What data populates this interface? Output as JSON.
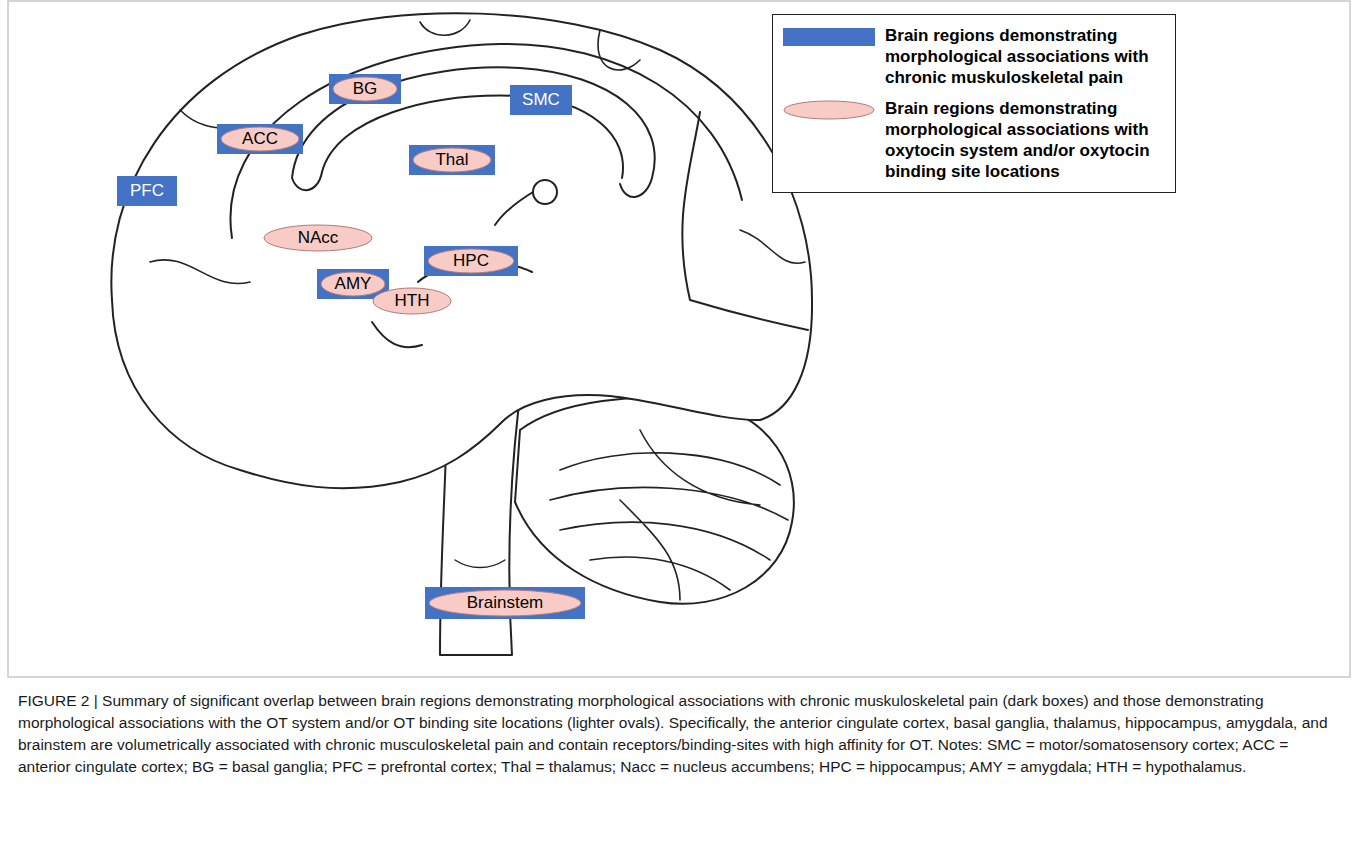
{
  "diagram": {
    "caption": "FIGURE 2 | Summary of significant overlap between brain regions demonstrating morphological associations with chronic muskuloskeletal pain (dark boxes) and those demonstrating morphological associations with the OT system and/or OT binding site locations (lighter ovals). Specifically, the anterior cingulate cortex, basal ganglia, thalamus, hippocampus, amygdala, and brainstem are volumetrically associated with chronic musculoskeletal pain and contain receptors/binding-sites with high affinity for OT. Notes: SMC = motor/somatosensory cortex; ACC = anterior cingulate cortex; BG = basal ganglia; PFC = prefrontal cortex; Thal = thalamus; Nacc = nucleus accumbens; HPC = hippocampus; AMY = amygdala; HTH = hypothalamus.",
    "nodes": [
      {
        "text": [
          "SMC"
        ]
      },
      {
        "text": [
          "ACC"
        ]
      },
      {
        "text": [
          "BG"
        ]
      },
      {
        "text": [
          "PFC"
        ]
      },
      {
        "text": [
          "Thal"
        ]
      },
      {
        "text": [
          "NAcc"
        ]
      },
      {
        "text": [
          "HPC"
        ]
      },
      {
        "text": [
          "AMY"
        ]
      },
      {
        "text": [
          "HTH"
        ]
      },
      {
        "text": [
          "Brainstem"
        ]
      }
    ],
    "legend": [
      {
        "text": "Brain regions demonstrating morphological associations with chronic muskuloskeletal pain",
        "color": "#4472c4"
      },
      {
        "text": "Brain regions demonstrating morphological associations with oxytocin system and/or oxytocin binding site locations",
        "color": "#f8cbc6"
      }
    ]
  }
}
